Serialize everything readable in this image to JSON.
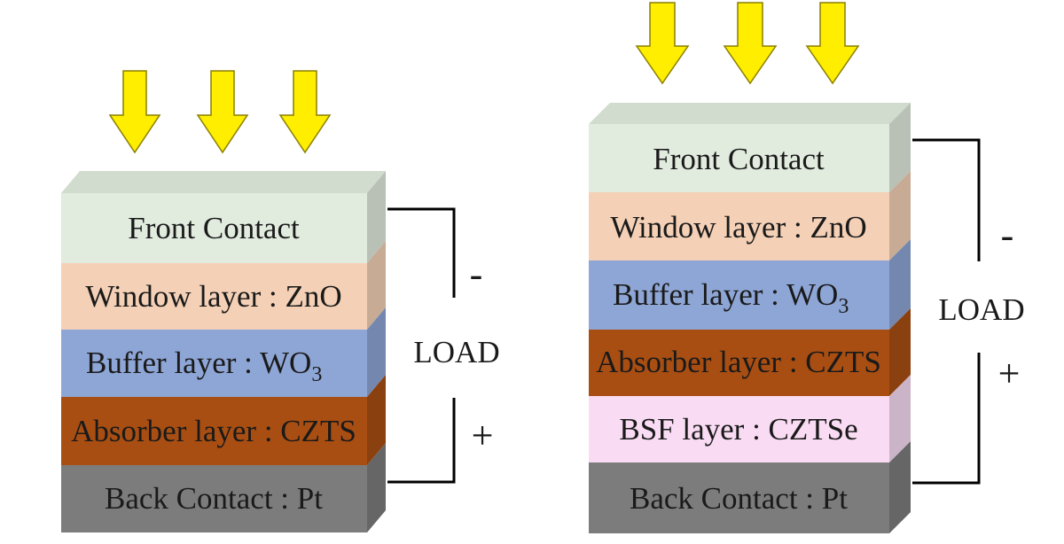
{
  "colors": {
    "arrow": "#ffee00",
    "arrow_stroke": "#8a7f00",
    "wire": "#000000",
    "front_contact": "#e1ebde",
    "window_layer": "#f4d0b6",
    "buffer_layer": "#8ea6d6",
    "absorber_layer": "#a94e12",
    "bsf_layer": "#f9dcf4",
    "back_contact": "#7c7c7c"
  },
  "left_device": {
    "layers": [
      {
        "label": "Front Contact",
        "color": "#e1ebde"
      },
      {
        "label": "Window layer : ZnO",
        "color": "#f4d0b6"
      },
      {
        "label_main": "Buffer layer : WO",
        "label_sub": "3",
        "color": "#8ea6d6"
      },
      {
        "label": "Absorber layer : CZTS",
        "color": "#a94e12"
      },
      {
        "label": "Back Contact : Pt",
        "color": "#7c7c7c"
      }
    ],
    "load": "LOAD",
    "minus": "-",
    "plus": "+"
  },
  "right_device": {
    "layers": [
      {
        "label": "Front Contact",
        "color": "#e1ebde"
      },
      {
        "label": "Window layer : ZnO",
        "color": "#f4d0b6"
      },
      {
        "label_main": "Buffer layer : WO",
        "label_sub": "3",
        "color": "#8ea6d6"
      },
      {
        "label": "Absorber layer : CZTS",
        "color": "#a94e12"
      },
      {
        "label": "BSF layer : CZTSe",
        "color": "#f9dcf4"
      },
      {
        "label": "Back Contact : Pt",
        "color": "#7c7c7c"
      }
    ],
    "load": "LOAD",
    "minus": "-",
    "plus": "+"
  }
}
